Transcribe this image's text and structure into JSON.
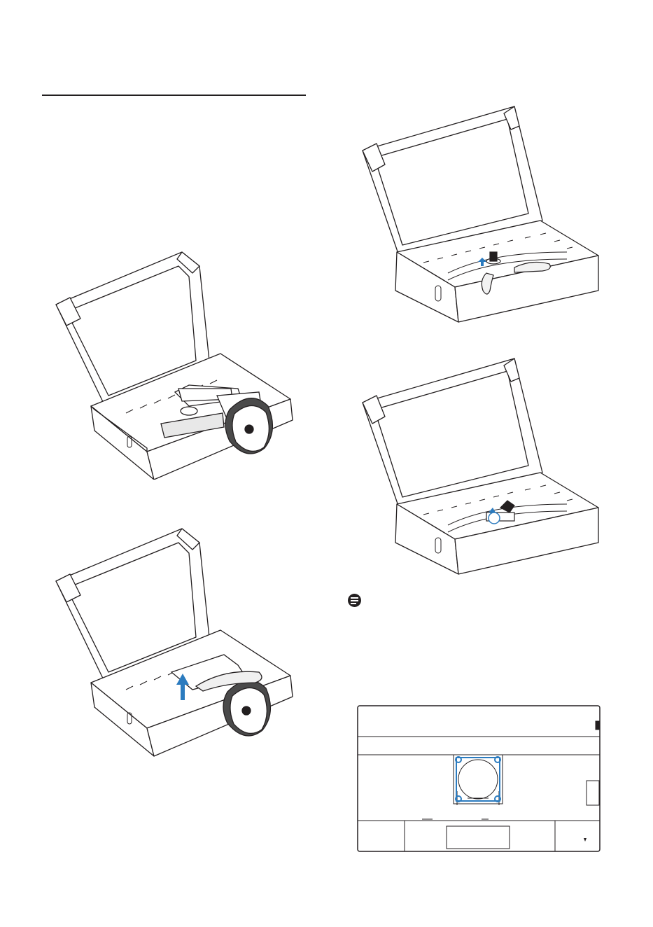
{
  "page": {
    "section_rule": "horizontal-rule",
    "note_icon": "note-icon"
  },
  "figures": [
    {
      "id": "box-stand-removed",
      "icon": "box-with-monitor-base-illustration"
    },
    {
      "id": "box-lift-stand",
      "icon": "box-lift-stand-illustration"
    },
    {
      "id": "box-press-release",
      "icon": "box-press-release-illustration"
    },
    {
      "id": "box-stand-detached",
      "icon": "box-stand-detached-illustration"
    },
    {
      "id": "vesa-mount-back",
      "icon": "monitor-back-vesa-holes-illustration"
    }
  ],
  "colors": {
    "line": "#231f20",
    "accent": "#2b7bbf"
  }
}
